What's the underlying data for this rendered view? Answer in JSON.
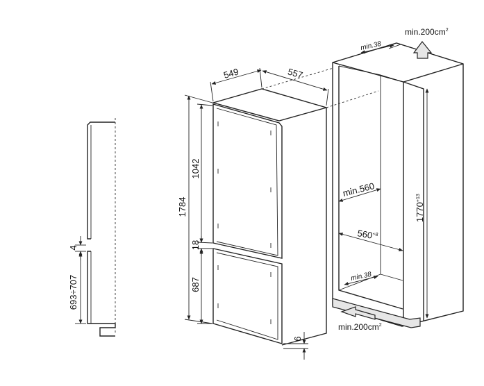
{
  "diagram": {
    "side_view": {
      "gap": "4",
      "lower_range": "693÷707"
    },
    "appliance": {
      "width": "549",
      "depth": "557",
      "total_height": "1784",
      "upper_door": "1042",
      "door_gap": "18",
      "lower_door": "687",
      "bottom_offset": "6"
    },
    "niche": {
      "top_vent": {
        "text": "min.200cm",
        "sup": "2"
      },
      "top_depth": "min.38",
      "height": {
        "text": "1770",
        "sup": "+13"
      },
      "min_width": "min.560",
      "width": {
        "text": "560",
        "sup": "+8"
      },
      "bottom_depth": "min.38",
      "bottom_vent": {
        "text": "min.200cm",
        "sup": "2"
      }
    }
  }
}
